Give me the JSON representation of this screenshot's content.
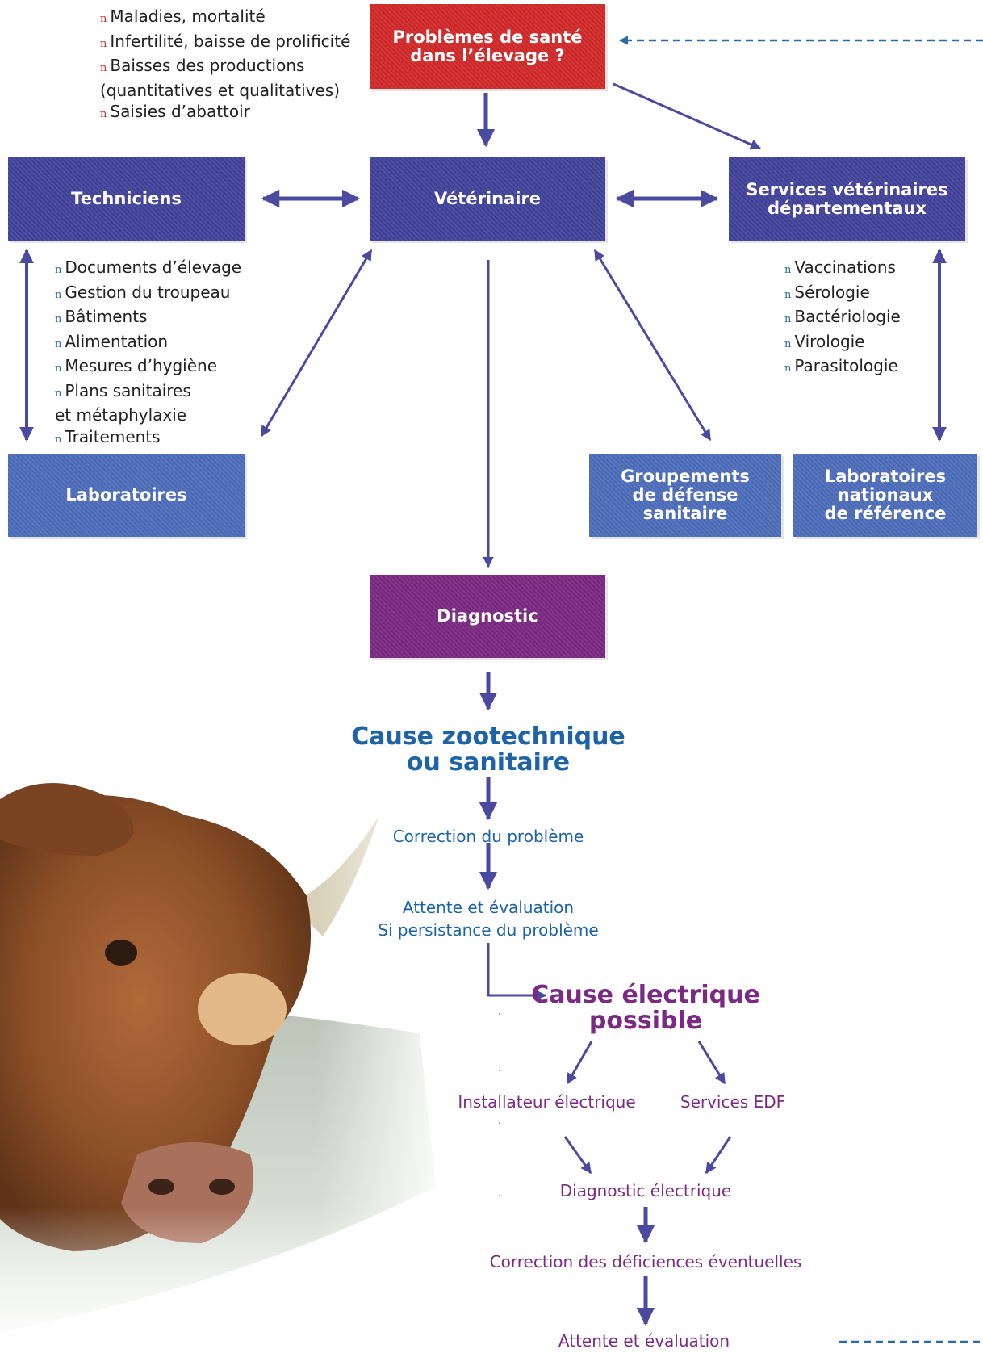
{
  "colors": {
    "red_box": "#d42a2a",
    "navy_box": "#43439c",
    "blue_box": "#4f6fbd",
    "purple_box": "#7b2a83",
    "arrow": "#4a4aa0",
    "blue_text": "#1d63a6",
    "purple_text": "#7b2a83",
    "dashed_line": "#2b6aa6"
  },
  "boxes": {
    "problemes": "Problèmes de santé\ndans l’élevage ?",
    "techniciens": "Techniciens",
    "veterinaire": "Vétérinaire",
    "services_vet": "Services vétérinaires\ndépartementaux",
    "laboratoires": "Laboratoires",
    "groupements": "Groupements\nde défense\nsanitaire",
    "labos_nationaux": "Laboratoires\nnationaux\nde référence",
    "diagnostic": "Diagnostic"
  },
  "lists": {
    "problems": [
      "Maladies, mortalité",
      "Infertilité, baisse de prolificité",
      "Baisses des productions\n(quantitatives et qualitatives)",
      "Saisies d’abattoir"
    ],
    "techniciens": [
      "Documents d’élevage",
      "Gestion du troupeau",
      "Bâtiments",
      "Alimentation",
      "Mesures d’hygiène",
      "Plans sanitaires\net métaphylaxie",
      "Traitements"
    ],
    "services": [
      "Vaccinations",
      "Sérologie",
      "Bactériologie",
      "Virologie",
      "Parasitologie"
    ]
  },
  "bullet_glyph": "n",
  "flow": {
    "cause_zoo": "Cause zootechnique\nou sanitaire",
    "correction": "Correction du problème",
    "attente1": "Attente et évaluation\nSi persistance du problème",
    "cause_elec": "Cause électrique\npossible",
    "installateur": "Installateur électrique",
    "edf": "Services EDF",
    "diag_elec": "Diagnostic électrique",
    "correction_def": "Correction des déficiences éventuelles",
    "attente2": "Attente et évaluation"
  },
  "image": {
    "subject": "cow-photo"
  }
}
